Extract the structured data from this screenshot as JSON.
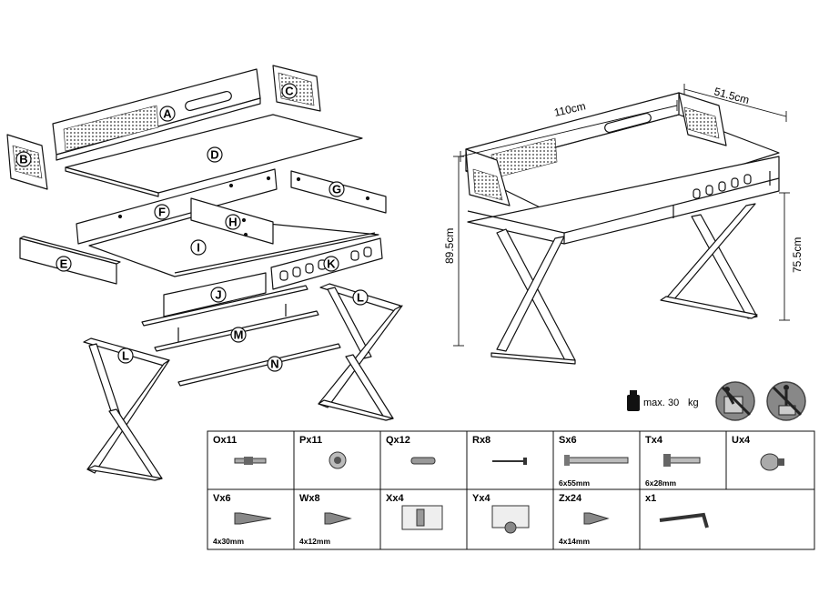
{
  "parts": {
    "A": "A",
    "B": "B",
    "C": "C",
    "D": "D",
    "E": "E",
    "F": "F",
    "G": "G",
    "H": "H",
    "I": "I",
    "J": "J",
    "K": "K",
    "L": "L",
    "M": "M",
    "N": "N"
  },
  "dimensions": {
    "width": "110cm",
    "depth": "51.5cm",
    "total_height": "89.5cm",
    "desk_height": "75.5cm"
  },
  "load": {
    "prefix": "max.",
    "value": "30",
    "unit": "kg"
  },
  "warning_icons": [
    "no-climbing-icon",
    "no-standing-icon"
  ],
  "hardware": [
    {
      "code": "Ox11",
      "size": "",
      "icon": "dowel-pin-icon"
    },
    {
      "code": "Px11",
      "size": "",
      "icon": "cam-lock-icon"
    },
    {
      "code": "Qx12",
      "size": "",
      "icon": "wood-dowel-icon"
    },
    {
      "code": "Rx8",
      "size": "",
      "icon": "nail-icon"
    },
    {
      "code": "Sx6",
      "size": "6x55mm",
      "icon": "long-bolt-icon"
    },
    {
      "code": "Tx4",
      "size": "6x28mm",
      "icon": "short-bolt-icon"
    },
    {
      "code": "Ux4",
      "size": "",
      "icon": "barrel-nut-icon"
    },
    {
      "code": "Vx6",
      "size": "4x30mm",
      "icon": "long-screw-icon"
    },
    {
      "code": "Wx8",
      "size": "4x12mm",
      "icon": "short-screw-icon"
    },
    {
      "code": "Xx4",
      "size": "",
      "icon": "hinge-plate-icon"
    },
    {
      "code": "Yx4",
      "size": "",
      "icon": "drawer-runner-icon"
    },
    {
      "code": "Zx24",
      "size": "4x14mm",
      "icon": "small-screw-icon"
    },
    {
      "code": "x1",
      "size": "",
      "icon": "allen-key-icon"
    }
  ]
}
